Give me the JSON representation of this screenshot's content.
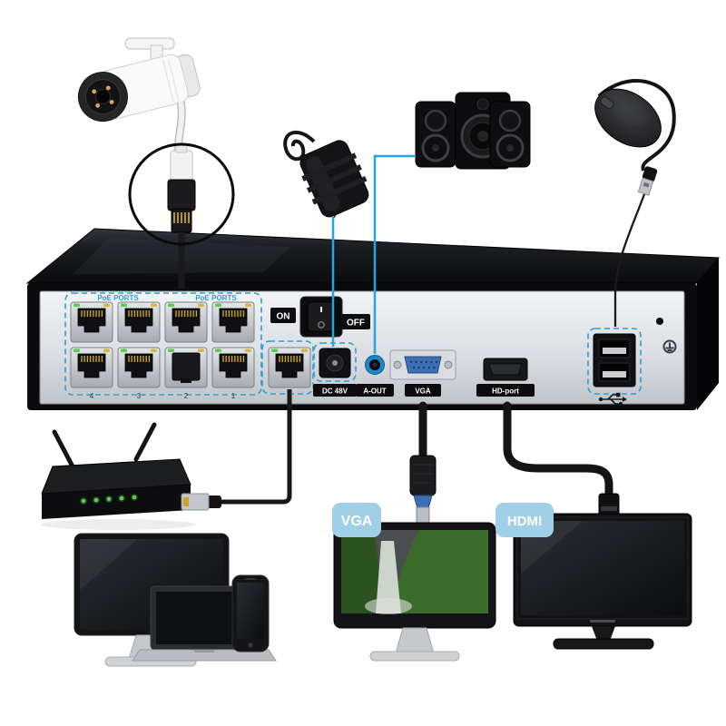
{
  "colors": {
    "accent_blue": "#2aa4dd",
    "dashed_blue": "#2e9fd8",
    "badge_blue": "#9fd0e8",
    "led_green": "#57cc4d",
    "led_amber": "#d9b63e",
    "pin_gold": "#c9a227",
    "vga_blue": "#3d6fb5",
    "aout_blue": "#1d86c8"
  },
  "nvr": {
    "poe_ports_label": "PoE PORTS",
    "switch": {
      "on": "ON",
      "off": "OFF"
    },
    "ports": {
      "dc": "DC 48V",
      "audio_out": "A-OUT",
      "vga": "VGA",
      "hdmi": "HD-port",
      "numbers": [
        "4",
        "3",
        "2",
        "1"
      ]
    }
  },
  "badges": {
    "vga": "VGA",
    "hdmi": "HDMI"
  },
  "icons": {
    "usb": "usb-trident-icon",
    "ground": "ground-screw-icon",
    "power_switch": "rocker-switch-icon"
  }
}
